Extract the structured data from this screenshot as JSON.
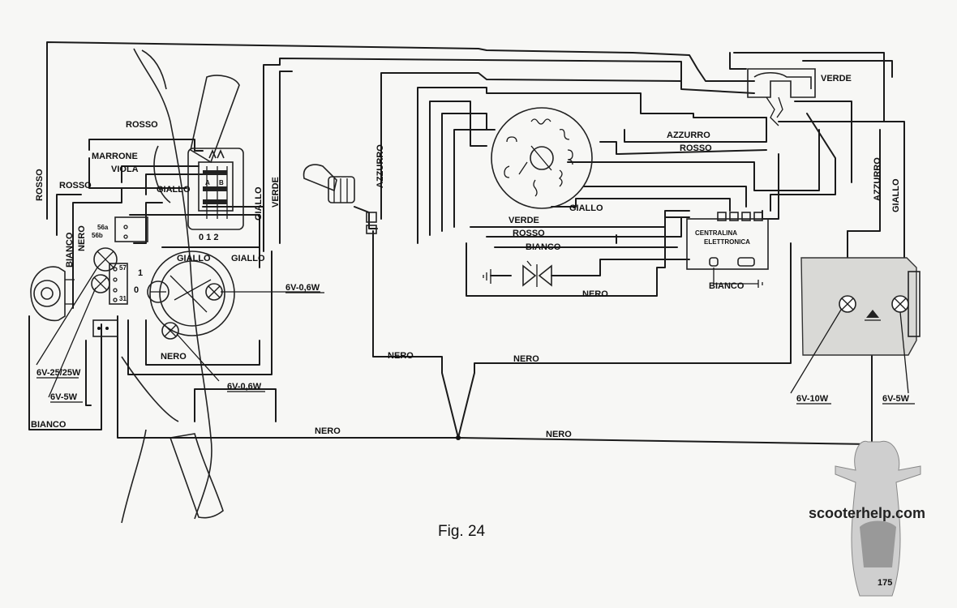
{
  "labels": {
    "rosso_left": "ROSSO",
    "rosso_top": "ROSSO",
    "marrone": "MARRONE",
    "viola": "VIOLA",
    "rosso_mid": "ROSSO",
    "giallo_sw": "GIALLO",
    "giallo_v1": "GIALLO",
    "verde_v1": "VERDE",
    "bianco_v": "BIANCO",
    "nero_v": "NERO",
    "t56a": "56a",
    "t56b": "56b",
    "t57": "57",
    "t31": "31",
    "sw_a": "A",
    "sw_b": "B",
    "sw_pos": "0 1 2",
    "key1": "1",
    "key0": "0",
    "giallo_s1": "GIALLO",
    "giallo_s2": "GIALLO",
    "lamp_06_a": "6V-0,6W",
    "nero_sp": "NERO",
    "lamp_06_b": "6V-0,6W",
    "lamp_25": "6V-25/25W",
    "lamp_5_left": "6V-5W",
    "bianco_bottom": "BIANCO",
    "azzurro_v1": "AZZURRO",
    "giallo_stator": "GIALLO",
    "verde_cdi": "VERDE",
    "rosso_cdi": "ROSSO",
    "bianco_cdi": "BIANCO",
    "cdi_line1": "CENTRALINA",
    "cdi_line2": "ELETTRONICA",
    "bianco_gnd": "BIANCO",
    "nero_h": "NERO",
    "verde_reg": "VERDE",
    "azzurro_h": "AZZURRO",
    "rosso_h": "ROSSO",
    "azzurro_v2": "AZZURRO",
    "giallo_v2": "GIALLO",
    "nero_low1": "NERO",
    "nero_low2": "NERO",
    "nero_bot1": "NERO",
    "nero_bot2": "NERO",
    "lamp_10": "6V-10W",
    "lamp_5_right": "6V-5W",
    "caption": "Fig. 24",
    "watermark": "scooterhelp.com",
    "page_number": "175"
  }
}
